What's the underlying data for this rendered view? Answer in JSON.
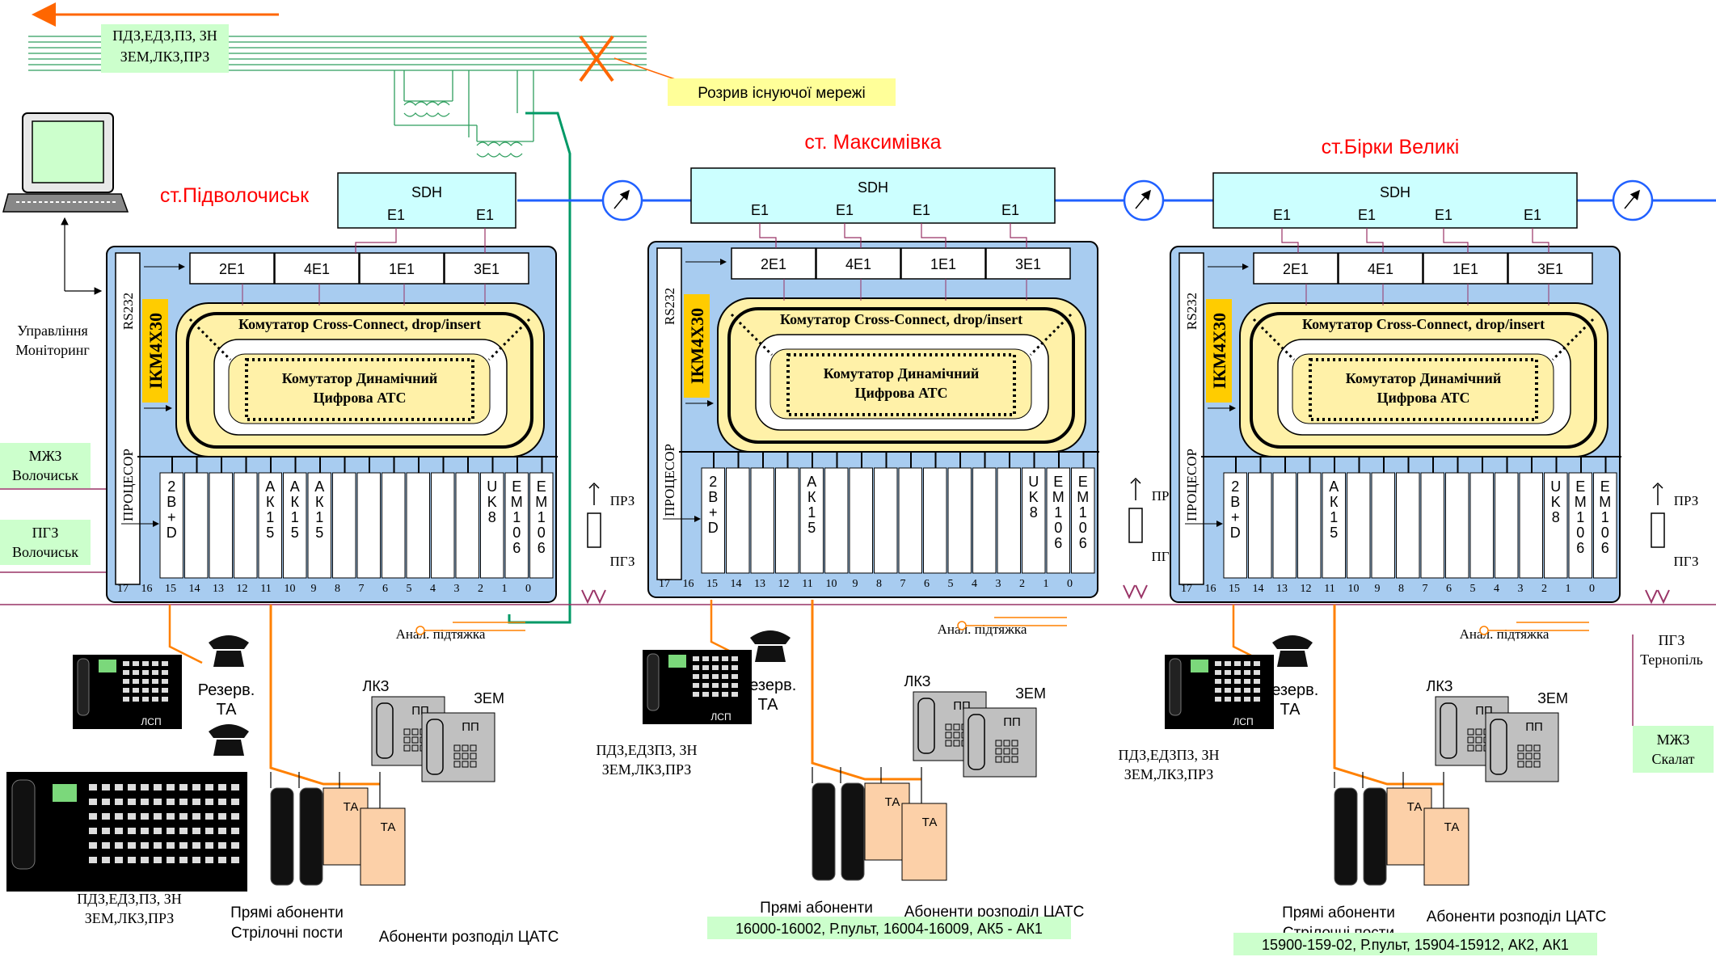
{
  "top": {
    "line_label_1": "ПДЗ,ЕДЗ,ПЗ, ЗН",
    "line_label_2": "ЗЕМ,ЛКЗ,ПРЗ",
    "break_note": "Розрив існуючої мережі"
  },
  "left": {
    "control_1": "Управління",
    "control_2": "Моніторинг",
    "mzhz_1": "МЖЗ",
    "mzhz_2": "Волочиськ",
    "pgz_1": "ПГЗ",
    "pgz_2": "Волочиськ"
  },
  "right": {
    "pgz_1": "ПГЗ",
    "pgz_2": "Тернопіль",
    "mzhz_1": "МЖЗ",
    "mzhz_2": "Скалат"
  },
  "common": {
    "sdh": "SDH",
    "e1": "E1",
    "e1_ports": [
      "2E1",
      "4E1",
      "1E1",
      "3E1"
    ],
    "rs232": "RS232",
    "ikm": "ІКМ4Х30",
    "processor": "ПРОЦЕСОР",
    "cross_connect": "Комутатор  Cross-Connect, drop/insert",
    "dyn_1": "Комутатор Динамічний",
    "dyn_2": "Цифрова АТС",
    "slot_numbers": [
      "17",
      "16",
      "15",
      "14",
      "13",
      "12",
      "11",
      "10",
      "9",
      "8",
      "7",
      "6",
      "5",
      "4",
      "3",
      "2",
      "1",
      "0"
    ],
    "prz": "ПРЗ",
    "pgz": "ПГЗ",
    "lkz": "ЛКЗ",
    "zem": "ЗЕМ",
    "pp": "ПП",
    "ta": "ТА",
    "lsp": "ЛСП",
    "analog": "Анал. підтяжка",
    "reserve_1": "Резерв.",
    "reserve_2": "ТА",
    "direct_1": "Прямі абоненти",
    "direct_2": "Стрілочні пости",
    "distrib": "Абоненти розподіл ЦАТС"
  },
  "stations": [
    {
      "name": "ст.Підволочиськ",
      "cards": [
        "2\nB\n+\nD",
        "",
        "",
        "",
        "А\nК\n1\n5",
        "А\nК\n1\n5",
        "А\nК\n1\n5",
        "",
        "",
        "",
        "",
        "",
        "",
        "U\nK\n8",
        "E\nM\n1\n0\n6",
        "E\nM\n1\n0\n6"
      ],
      "console_1": "ПДЗ,ЕДЗ,ПЗ, ЗН",
      "console_2": "ЗЕМ,ЛКЗ,ПРЗ",
      "range_note": ""
    },
    {
      "name": "ст. Максимівка",
      "cards": [
        "2\nB\n+\nD",
        "",
        "",
        "",
        "А\nК\n1\n5",
        "",
        "",
        "",
        "",
        "",
        "",
        "",
        "",
        "U\nK\n8",
        "E\nM\n1\n0\n6",
        "E\nM\n1\n0\n6"
      ],
      "console_1": "ПДЗ,ЕДЗПЗ, ЗН",
      "console_2": "ЗЕМ,ЛКЗ,ПРЗ",
      "range_note": "16000-16002, Р.пульт, 16004-16009, АК5 - АК1"
    },
    {
      "name": "ст.Бірки Великі",
      "cards": [
        "2\nB\n+\nD",
        "",
        "",
        "",
        "А\nК\n1\n5",
        "",
        "",
        "",
        "",
        "",
        "",
        "",
        "",
        "U\nK\n8",
        "E\nM\n1\n0\n6",
        "E\nM\n1\n0\n6"
      ],
      "console_1": "ПДЗ,ЕДЗПЗ, ЗН",
      "console_2": "ЗЕМ,ЛКЗ,ПРЗ",
      "range_note": "15900-159-02, Р.пульт, 15904-15912, АК2, АК1"
    }
  ],
  "colors": {
    "station_title": "#ff0000",
    "rack_fill": "#a8ccf0",
    "sdh_fill": "#ccffff",
    "switch_fill": "#fff1a8",
    "note_green": "#ccffcc",
    "note_yellow": "#ffff99",
    "orange_line": "#ff8000",
    "blue_line": "#2060ff",
    "purple_line": "#993366",
    "green_line": "#009966"
  }
}
